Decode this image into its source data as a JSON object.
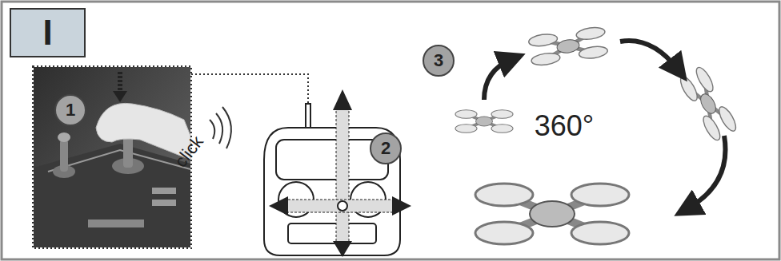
{
  "diagram": {
    "nodes": [
      {
        "text": [
          "I"
        ]
      },
      {
        "text": [
          "1"
        ]
      },
      {
        "text": [
          "2"
        ]
      },
      {
        "text": [
          "3"
        ]
      }
    ],
    "labels": [
      "click",
      "360°"
    ]
  }
}
